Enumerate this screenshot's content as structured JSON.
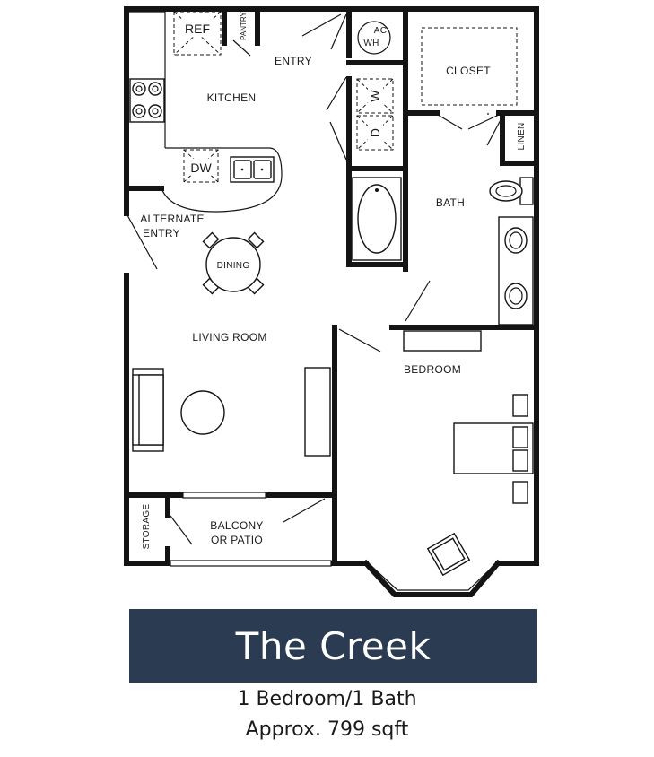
{
  "plan": {
    "title": "The Creek",
    "summary": "1 Bedroom/1 Bath",
    "area": "Approx. 799 sqft",
    "banner_color": "#2a3b52"
  },
  "rooms": {
    "entry": "ENTRY",
    "kitchen": "KITCHEN",
    "closet": "CLOSET",
    "linen": "LINEN",
    "bath": "BATH",
    "alternate_entry_line1": "ALTERNATE",
    "alternate_entry_line2": "ENTRY",
    "dining": "DINING",
    "living_room": "LIVING ROOM",
    "bedroom": "BEDROOM",
    "storage": "STORAGE",
    "balcony_line1": "BALCONY",
    "balcony_line2": "OR PATIO",
    "pantry": "PANTRY"
  },
  "fixtures": {
    "refrigerator": "REF",
    "dishwasher": "DW",
    "water_heater_line1": "AC",
    "water_heater_line2": "WH",
    "washer": "W",
    "dryer": "D"
  }
}
